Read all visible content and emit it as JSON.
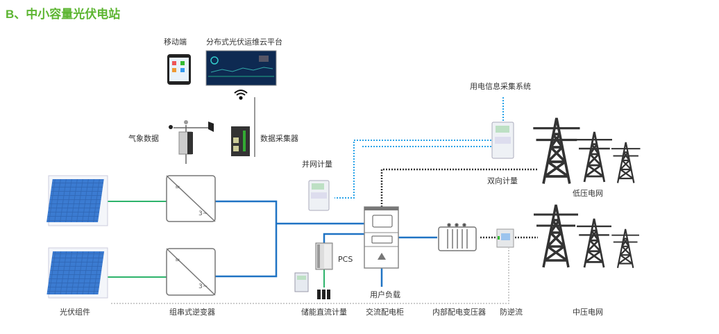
{
  "title": "B、中小容量光伏电站",
  "labels": {
    "mobile": "移动端",
    "cloud_platform": "分布式光伏运维云平台",
    "weather": "气象数据",
    "collector": "数据采集器",
    "power_info_system": "用电信息采集系统",
    "grid_meter": "并网计量",
    "bidirectional_meter": "双向计量",
    "low_voltage_grid": "低压电网",
    "pv_modules": "光伏组件",
    "string_inverter": "组串式逆变器",
    "pcs": "PCS",
    "storage_dc_meter": "储能直流计量",
    "user_load": "用户负载",
    "ac_cabinet": "交流配电柜",
    "transformer": "内部配电变压器",
    "anti_backflow": "防逆流",
    "medium_voltage_grid": "中压电网"
  },
  "colors": {
    "title": "#5cb531",
    "dc_line": "#2db36b",
    "ac_line": "#1f73c4",
    "comm_line": "#29a3e8",
    "dotted": "#333333",
    "aux": "#bbbbbb"
  }
}
